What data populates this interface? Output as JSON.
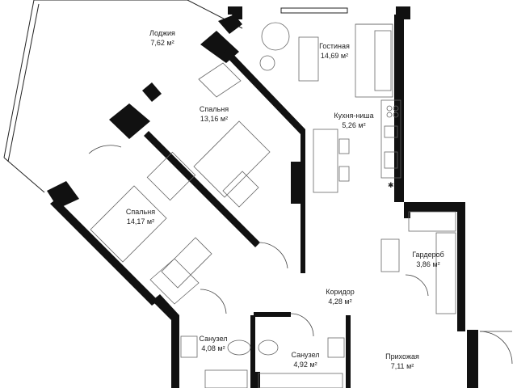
{
  "rooms": [
    {
      "id": "loggia",
      "name": "Лоджия",
      "area": "7,62 м²"
    },
    {
      "id": "living",
      "name": "Гостиная",
      "area": "14,69 м²"
    },
    {
      "id": "bedroom1",
      "name": "Спальня",
      "area": "13,16 м²"
    },
    {
      "id": "kitchen",
      "name": "Кухня-ниша",
      "area": "5,26 м²"
    },
    {
      "id": "bedroom2",
      "name": "Спальня",
      "area": "14,17 м²"
    },
    {
      "id": "wardrobe",
      "name": "Гардероб",
      "area": "3,86 м²"
    },
    {
      "id": "corridor",
      "name": "Коридор",
      "area": "4,28 м²"
    },
    {
      "id": "bathroom1",
      "name": "Санузел",
      "area": "4,08 м²"
    },
    {
      "id": "bathroom2",
      "name": "Санузел",
      "area": "4,92 м²"
    },
    {
      "id": "hall",
      "name": "Прихожая",
      "area": "7,11 м²"
    }
  ]
}
